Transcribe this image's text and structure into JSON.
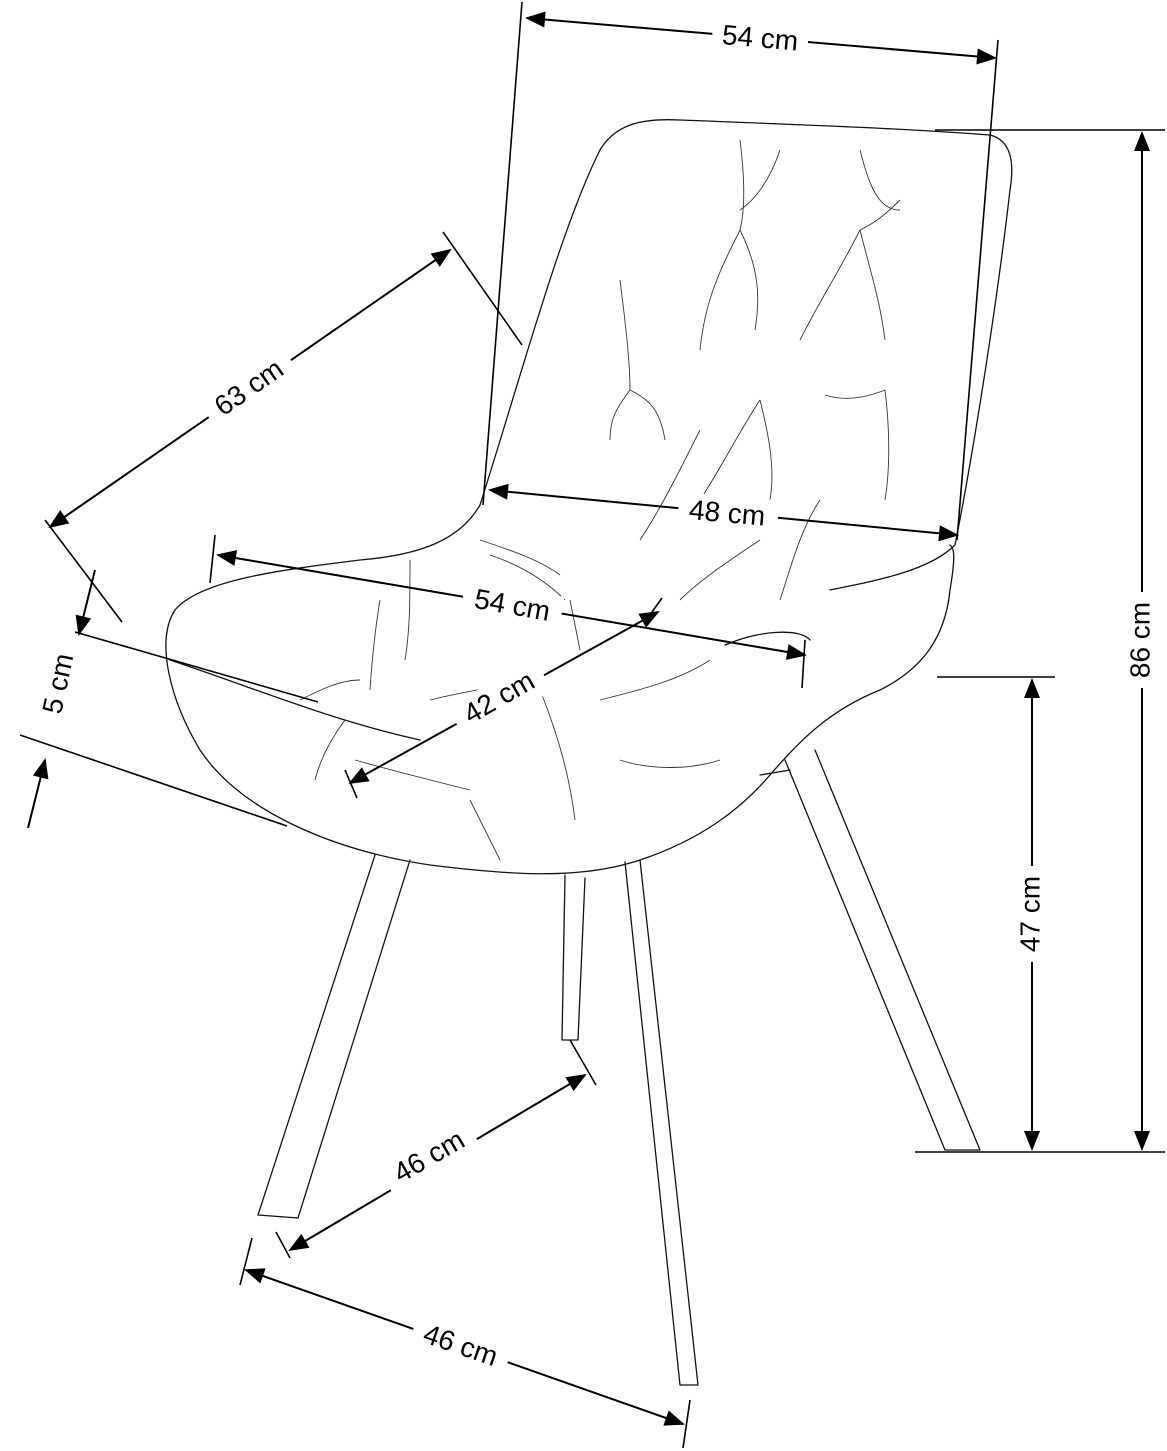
{
  "title": "Chair dimensions diagram",
  "dimensions": {
    "back_width_top": "54 cm",
    "back_width_inner": "48 cm",
    "depth_total": "63 cm",
    "seat_width": "54 cm",
    "seat_depth": "42 cm",
    "seat_thickness": "5 cm",
    "total_height": "86 cm",
    "seat_height": "47 cm",
    "leg_span_side": "46 cm",
    "leg_span_front": "46 cm"
  }
}
